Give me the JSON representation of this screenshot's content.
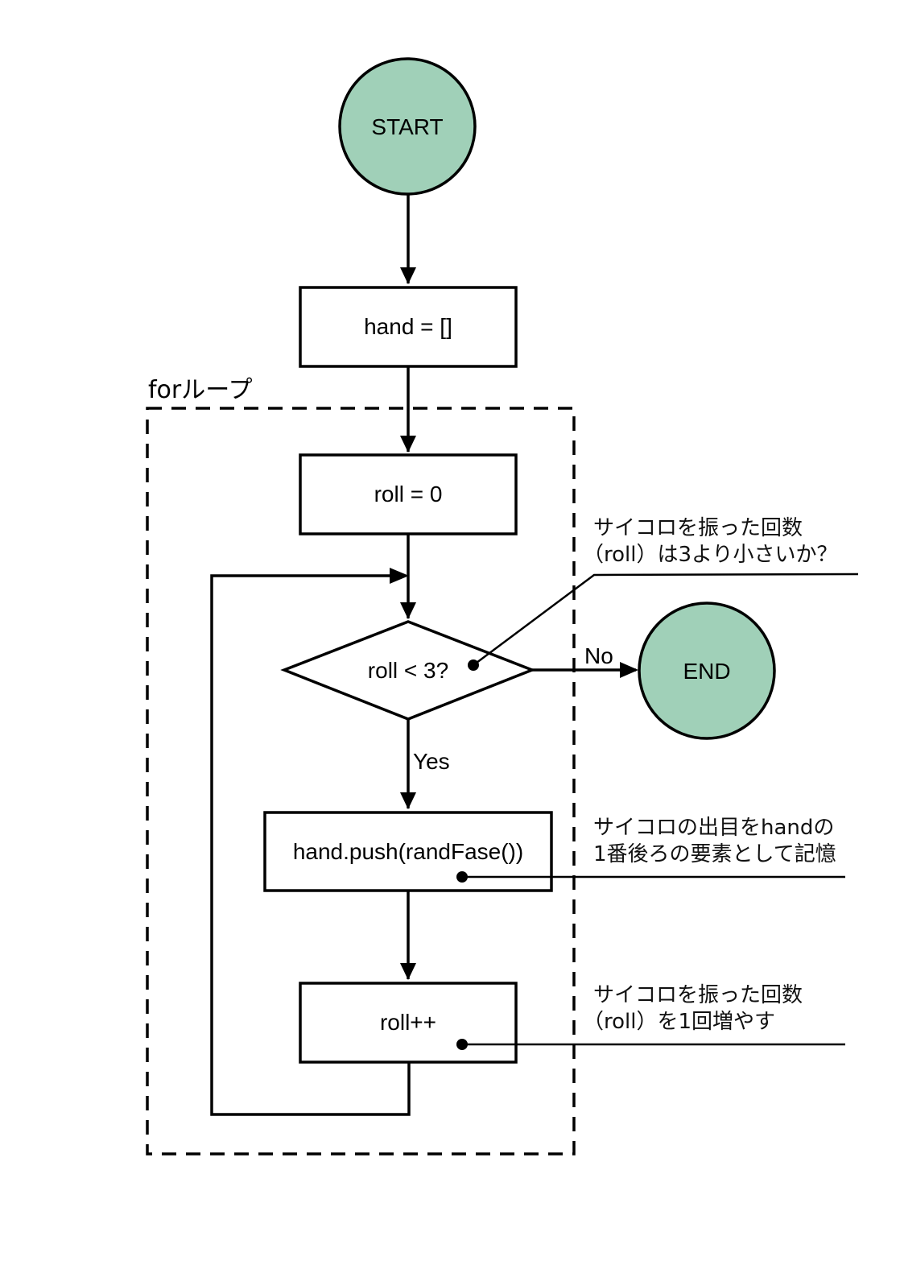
{
  "diagram": {
    "type": "flowchart",
    "colors": {
      "terminal_fill": "#a0d0b8",
      "line": "#000000",
      "background": "#ffffff"
    },
    "nodes": {
      "start": {
        "label": "START",
        "shape": "circle"
      },
      "init_hand": {
        "label": "hand = []",
        "shape": "rect"
      },
      "init_roll": {
        "label": "roll = 0",
        "shape": "rect"
      },
      "condition": {
        "label": "roll < 3?",
        "shape": "diamond"
      },
      "push": {
        "label": "hand.push(randFase())",
        "shape": "rect"
      },
      "increment": {
        "label": "roll++",
        "shape": "rect"
      },
      "end": {
        "label": "END",
        "shape": "circle"
      }
    },
    "group": {
      "label": "forループ",
      "style": "dashed"
    },
    "edges": {
      "yes_label": "Yes",
      "no_label": "No"
    },
    "annotations": {
      "condition": {
        "line1": "サイコロを振った回数",
        "line2": "（roll）は3より小さいか？"
      },
      "push": {
        "line1": "サイコロの出目をhandの",
        "line2": "1番後ろの要素として記憶"
      },
      "increment": {
        "line1": "サイコロを振った回数",
        "line2": "（roll）を1回増やす"
      }
    }
  }
}
